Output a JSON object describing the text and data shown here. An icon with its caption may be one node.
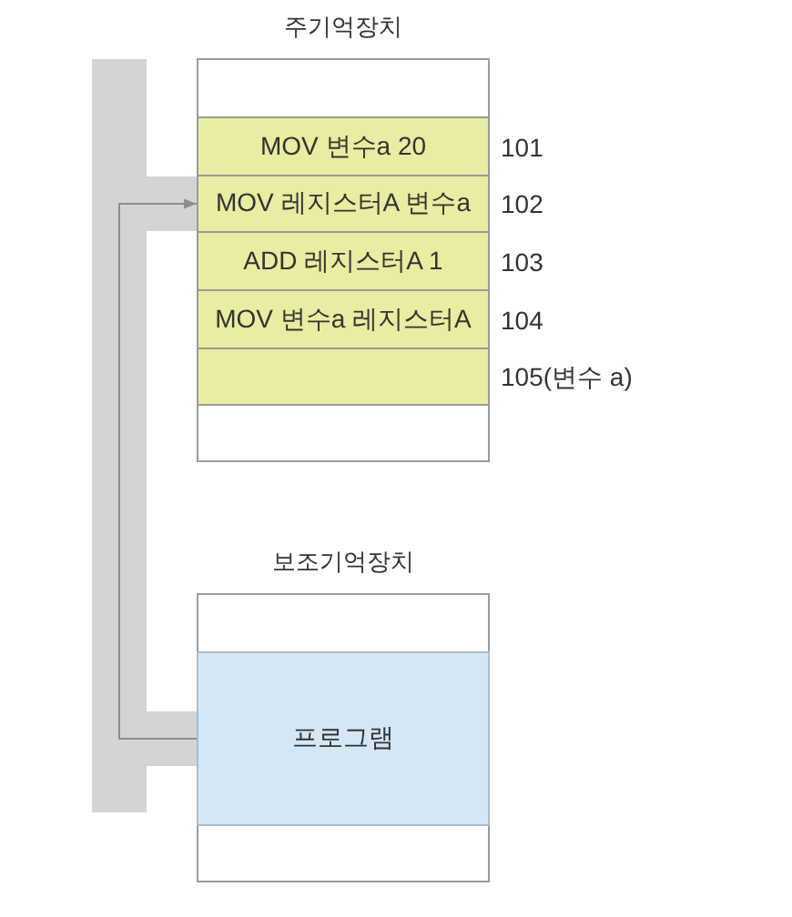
{
  "diagram": {
    "nodes": [
      {
        "text": [
          "주기억장치"
        ]
      },
      {
        "text": [
          "MOV 변수a 20"
        ],
        "in": 0,
        "beside": [
          "101"
        ]
      },
      {
        "text": [
          "MOV 레지스터A 변수a"
        ],
        "in": 0,
        "beside": [
          "102"
        ]
      },
      {
        "text": [
          "ADD 레지스터A 1"
        ],
        "in": 0,
        "beside": [
          "103"
        ]
      },
      {
        "text": [
          "MOV 변수a 레지스터A"
        ],
        "in": 0,
        "beside": [
          "104"
        ]
      },
      {
        "text": [],
        "shape": "box",
        "in": 0,
        "beside": [
          "105(변수 a)"
        ]
      },
      {
        "text": [
          "보조기억장치"
        ]
      },
      {
        "text": [
          "프로그램"
        ],
        "in": 6
      }
    ],
    "edges": [
      {
        "from": 7,
        "to": 2,
        "arrow": "none",
        "style": "thick",
        "color": "#d3d4d6"
      },
      {
        "from": 7,
        "to": 2,
        "arrow": "to"
      }
    ]
  }
}
